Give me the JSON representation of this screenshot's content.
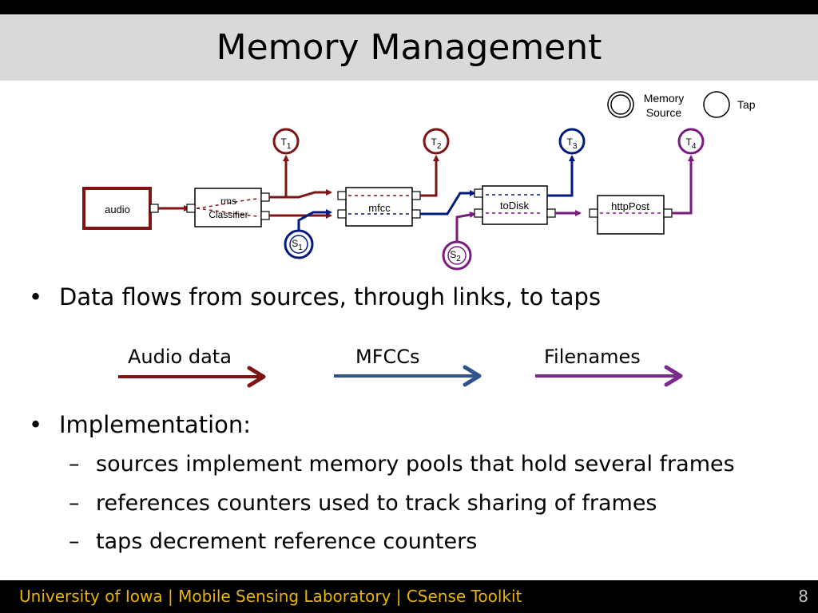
{
  "slide": {
    "title": "Memory Management",
    "page_number": "8"
  },
  "legend": {
    "memory_source_line1": "Memory",
    "memory_source_line2": "Source",
    "tap": "Tap"
  },
  "diagram": {
    "components": {
      "audio": "audio",
      "classifier_line1": "rms",
      "classifier_line2": "Classifier",
      "mfcc": "mfcc",
      "todisk": "toDisk",
      "httppost": "httpPost"
    },
    "taps": [
      {
        "letter": "T",
        "index": "1"
      },
      {
        "letter": "T",
        "index": "2"
      },
      {
        "letter": "T",
        "index": "3"
      },
      {
        "letter": "T",
        "index": "4"
      }
    ],
    "sources": [
      {
        "letter": "S",
        "index": "1"
      },
      {
        "letter": "S",
        "index": "2"
      }
    ],
    "colors": {
      "audio": "#7f1414",
      "mfcc": "#001a80",
      "filenames": "#7a1a80"
    }
  },
  "bullets": [
    {
      "text": "Data flows from sources, through links, to taps"
    },
    {
      "text": "Implementation:"
    }
  ],
  "flow_legend": [
    {
      "label": "Audio data",
      "color": "#7f1414"
    },
    {
      "label": "MFCCs",
      "color": "#2e5489"
    },
    {
      "label": "Filenames",
      "color": "#7a2a8a"
    }
  ],
  "sub_bullets": [
    {
      "text": "sources implement memory pools that hold several frames"
    },
    {
      "text": "references counters used to track sharing of frames"
    },
    {
      "text": "taps decrement reference counters"
    }
  ],
  "footer": {
    "text": "University of Iowa | Mobile Sensing Laboratory | CSense Toolkit"
  }
}
